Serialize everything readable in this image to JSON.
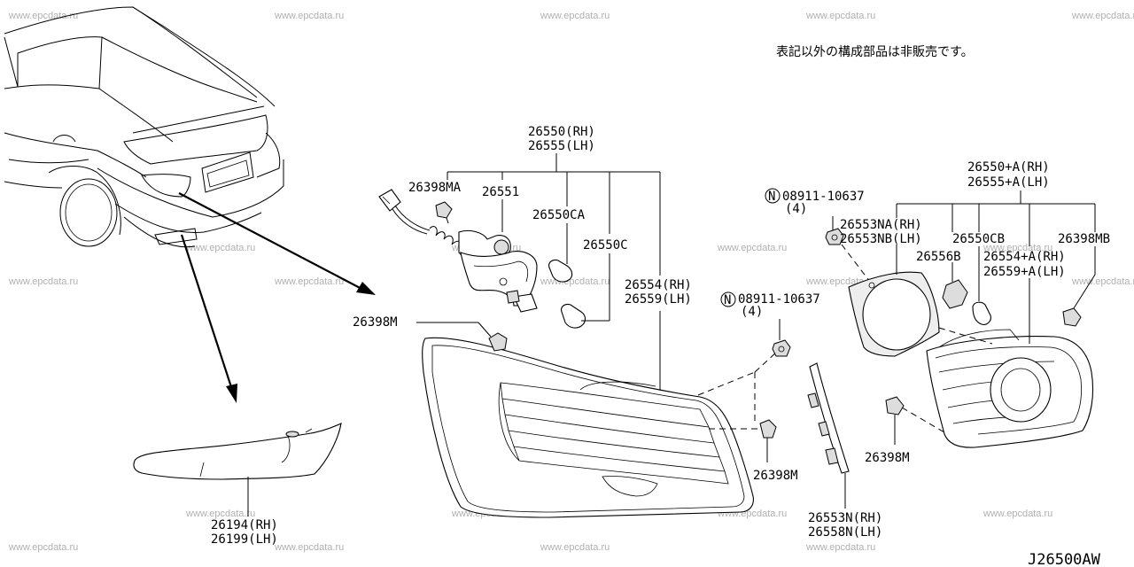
{
  "watermark": "www.epcdata.ru",
  "note": "表記以外の構成部品は非販売です。",
  "diagram_code": "J26500AW",
  "labels": {
    "l26550": "26550(RH)",
    "l26555": "26555(LH)",
    "l26398MA": "26398MA",
    "l26551": "26551",
    "l26550CA": "26550CA",
    "l26550C": "26550C",
    "l26554": "26554(RH)",
    "l26559": "26559(LH)",
    "l26398M_a": "26398M",
    "l08911_a": "08911-10637",
    "l08911_a_qty": "(4)",
    "l08911_b": "08911-10637",
    "l08911_b_qty": "(4)",
    "l26550A": "26550+A(RH)",
    "l26555A": "26555+A(LH)",
    "l26553NA": "26553NA(RH)",
    "l26553NB": "26553NB(LH)",
    "l26550CB": "26550CB",
    "l26398MB": "26398MB",
    "l26556B": "26556B",
    "l26554A": "26554+A(RH)",
    "l26559A": "26559+A(LH)",
    "l26398M_b": "26398M",
    "l26398M_c": "26398M",
    "l26553N": "26553N(RH)",
    "l26558N": "26558N(LH)",
    "l26194": "26194(RH)",
    "l26199": "26199(LH)",
    "nut_symbol": "N"
  }
}
